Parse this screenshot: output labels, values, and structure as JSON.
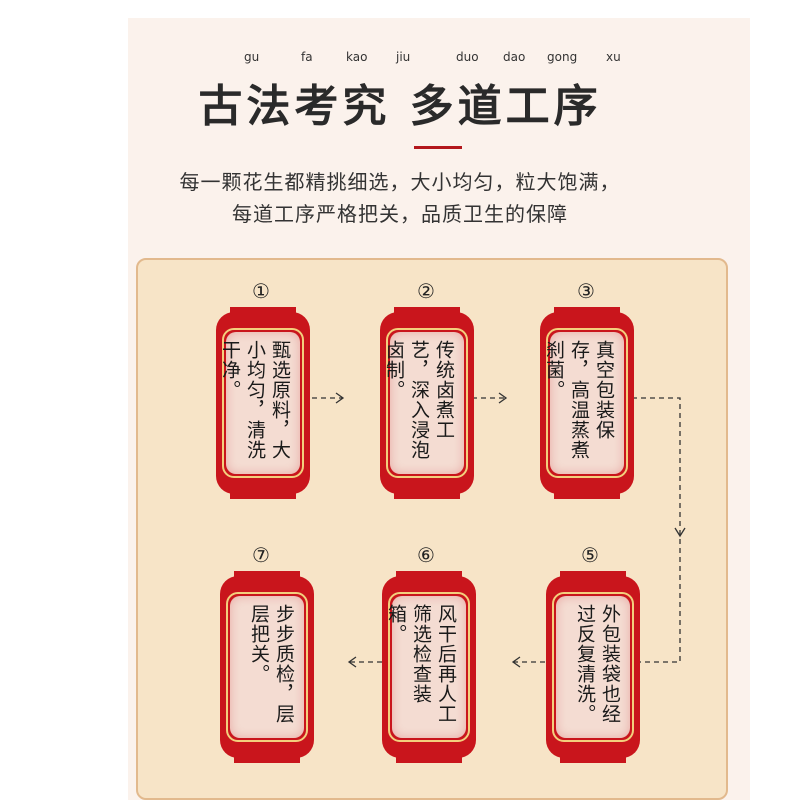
{
  "header": {
    "pinyin": [
      "gu",
      "fa",
      "kao",
      "jiu",
      "duo",
      "dao",
      "gong",
      "xu"
    ],
    "title": "古法考究 多道工序",
    "subtitle_line1": "每一颗花生都精挑细选，大小均匀，粒大饱满，",
    "subtitle_line2": "每道工序严格把关，品质卫生的保障"
  },
  "steps": [
    {
      "num": "①",
      "text": "甄选原料，大小均匀，清洗干净。"
    },
    {
      "num": "②",
      "text": "传统卤煮工艺，深入浸泡卤制。"
    },
    {
      "num": "③",
      "text": "真空包装保存，高温蒸煮刹菌。"
    },
    {
      "num": "⑤",
      "text": "外包装袋也经过反复清洗。"
    },
    {
      "num": "⑥",
      "text": "风干后再人工筛选检查装箱。"
    },
    {
      "num": "⑦",
      "text": "步步质检，层层把关。"
    }
  ],
  "colors": {
    "accent": "#c9151c",
    "gold": "#f3cf7d",
    "frame_bg": "#f7e4c7",
    "panel_bg": "#fbf2ec"
  }
}
